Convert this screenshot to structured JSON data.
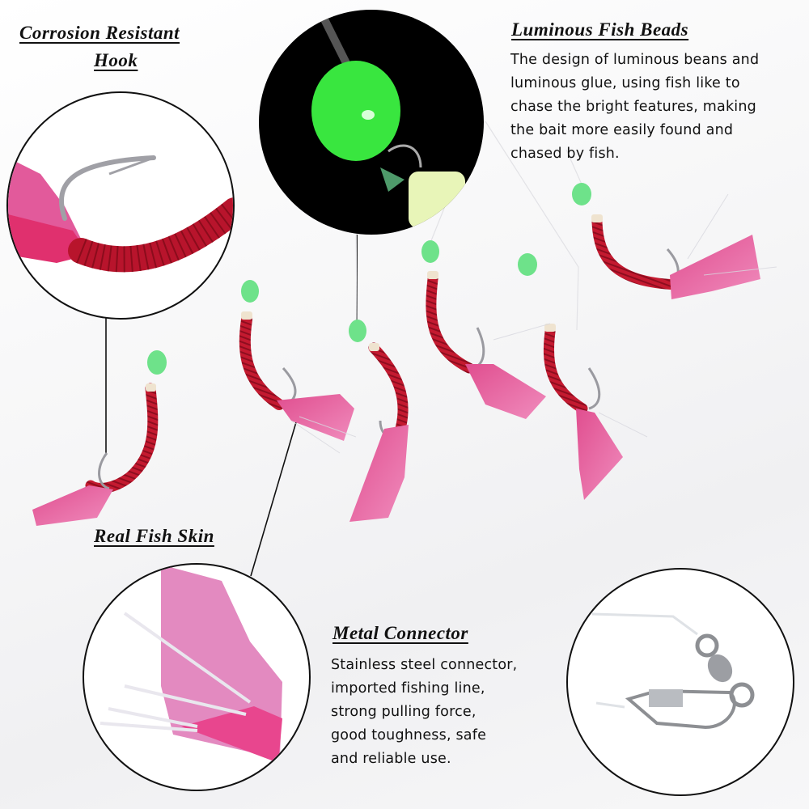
{
  "features": {
    "hook": {
      "title_line1": "Corrosion Resistant",
      "title_line2": "Hook",
      "icon": "hook-closeup-icon"
    },
    "beads": {
      "title": "Luminous Fish Beads",
      "description": "The design of luminous beans and\nluminous glue, using fish like to\nchase the bright features, making\nthe bait more easily found and\nchased by fish.",
      "icon": "glowing-bead-icon"
    },
    "skin": {
      "title": "Real Fish Skin",
      "icon": "fish-skin-icon"
    },
    "connector": {
      "title": "Metal Connector",
      "description": "Stainless steel connector,\nimported fishing line,\nstrong pulling force,\ngood toughness, safe\nand reliable use.",
      "icon": "swivel-snap-icon"
    }
  },
  "lures": {
    "count": 6,
    "icon": "sabiki-lure-icon"
  },
  "colors": {
    "bead_green": "#5fe07a",
    "worm_red": "#c0182e",
    "skin_pink": "#e0478a",
    "hook_silver": "#a8a8ad",
    "glow_bg": "#000000"
  }
}
